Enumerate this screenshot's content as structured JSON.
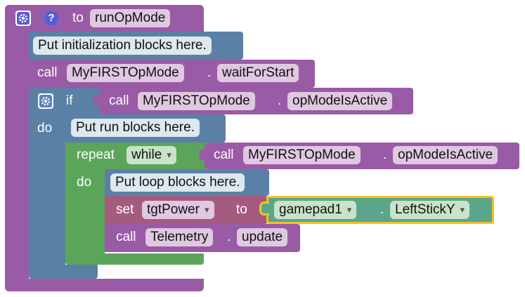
{
  "func": {
    "to_label": "to",
    "name": "runOpMode",
    "gear_icon": "gear-icon",
    "help_icon": "question-icon"
  },
  "init_comment": "Put initialization blocks here.",
  "wait_call": {
    "call_label": "call",
    "object": "MyFIRSTOpMode",
    "dot": ".",
    "method": "waitForStart"
  },
  "if_block": {
    "if_label": "if",
    "do_label": "do",
    "call_label": "call",
    "object": "MyFIRSTOpMode",
    "dot": ".",
    "method": "opModeIsActive"
  },
  "run_comment": "Put run blocks here.",
  "repeat_block": {
    "repeat_label": "repeat",
    "mode": "while",
    "do_label": "do",
    "call_label": "call",
    "object": "MyFIRSTOpMode",
    "dot": ".",
    "method": "opModeIsActive"
  },
  "loop_comment": "Put loop blocks here.",
  "set_block": {
    "set_label": "set",
    "variable": "tgtPower",
    "to_label": "to",
    "gamepad": "gamepad1",
    "dot": ".",
    "property": "LeftStickY"
  },
  "telemetry_call": {
    "call_label": "call",
    "object": "Telemetry",
    "dot": ".",
    "method": "update"
  },
  "colors": {
    "function": "#995ba5",
    "if": "#5b80a5",
    "loop": "#5ba55b",
    "variable": "#a55b80",
    "gamepad": "#5ba58c",
    "highlight": "#f3c224"
  }
}
